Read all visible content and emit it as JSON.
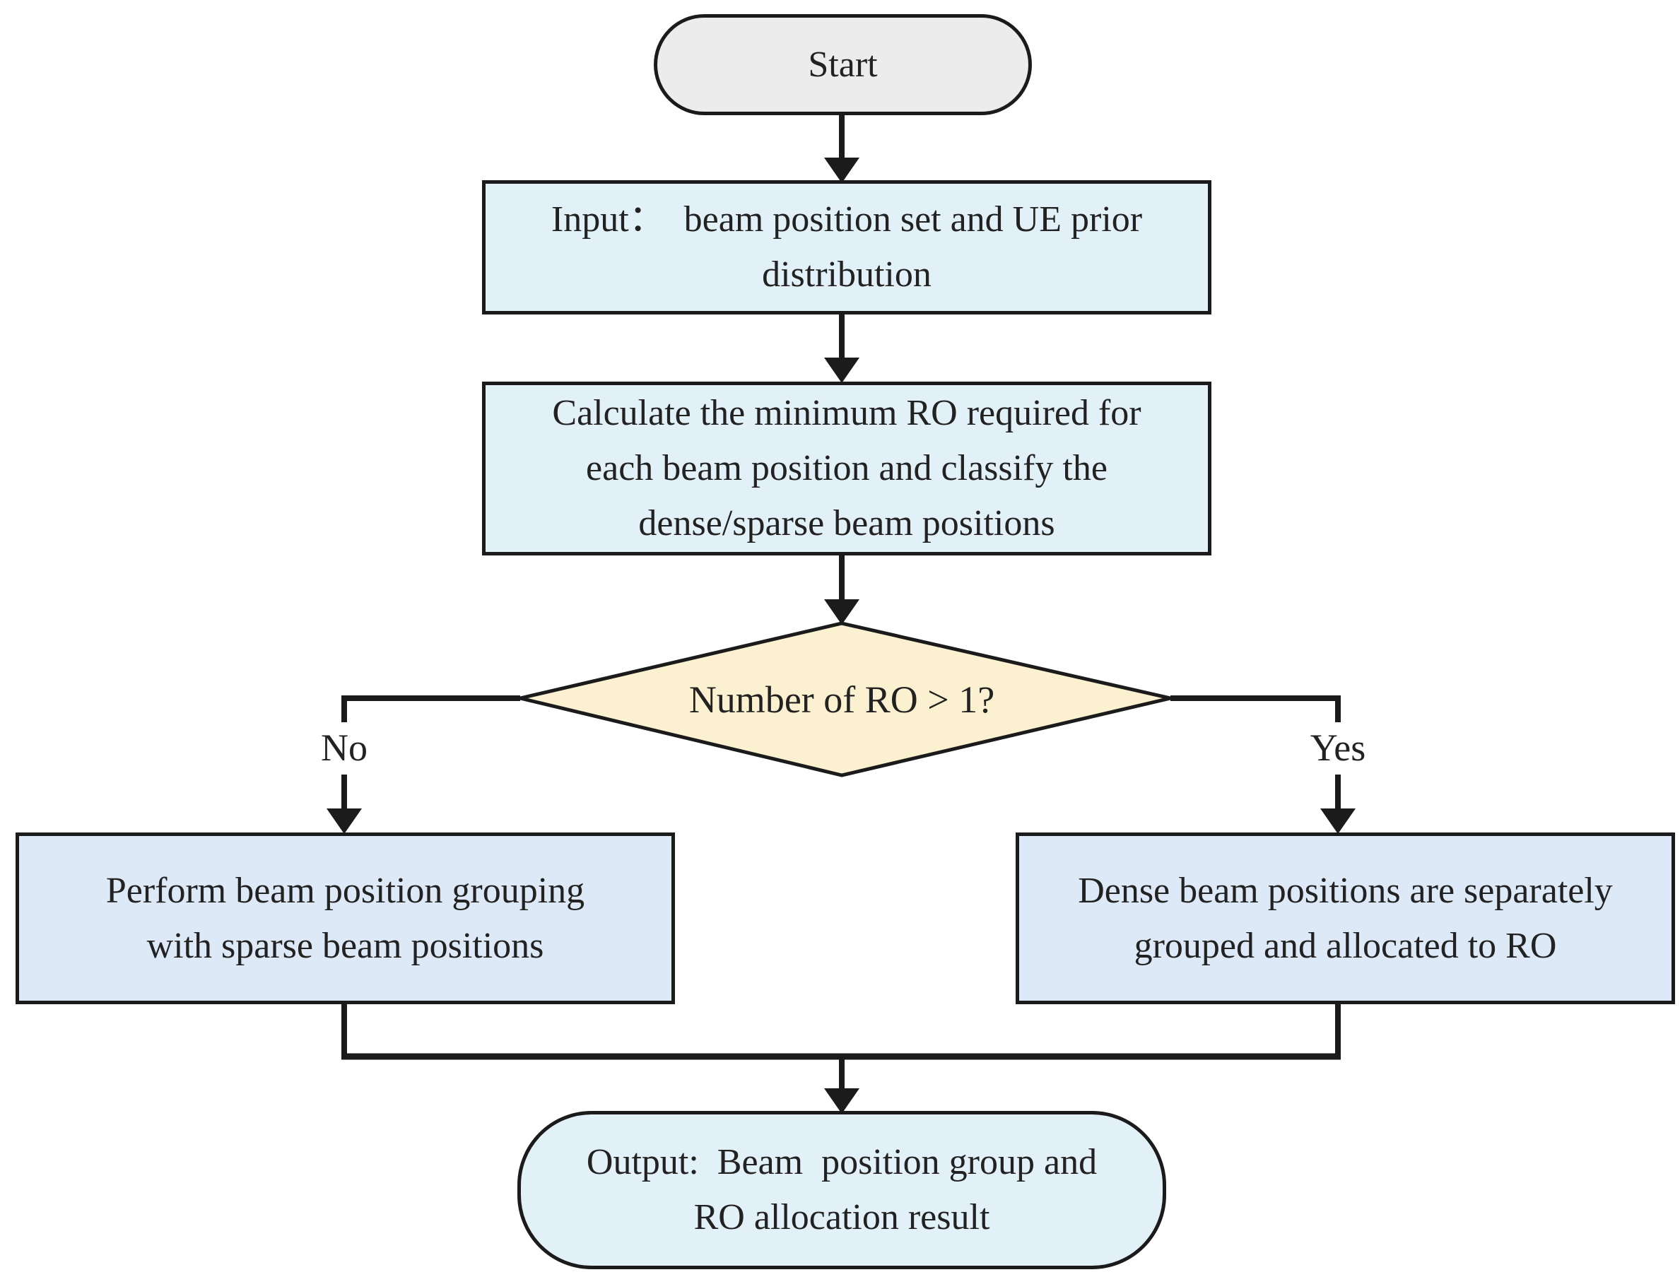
{
  "figure": {
    "type": "flowchart",
    "background": "#ffffff"
  },
  "colors": {
    "outline": "#1b1b1b",
    "text": "#222222",
    "terminator_fill": "#ececec",
    "process_fill": "#e2f0f7",
    "branch_fill": "#dde9f6",
    "decision_fill": "#fbf1d0"
  },
  "nodes": {
    "start": {
      "label": "Start"
    },
    "input": {
      "lines": [
        "Input：  beam position set and UE prior",
        "distribution"
      ]
    },
    "calculate": {
      "lines": [
        "Calculate the minimum RO required for",
        "each beam position and classify the",
        "dense/sparse beam positions"
      ]
    },
    "decision": {
      "label": "Number of RO > 1?"
    },
    "sparse_branch": {
      "lines": [
        "Perform beam position grouping",
        "with sparse beam positions"
      ]
    },
    "dense_branch": {
      "lines": [
        "Dense beam positions are separately",
        "grouped and allocated to RO"
      ]
    },
    "output": {
      "lines": [
        "Output:  Beam  position group and",
        "RO allocation result"
      ]
    }
  },
  "edge_labels": {
    "no": "No",
    "yes": "Yes"
  }
}
